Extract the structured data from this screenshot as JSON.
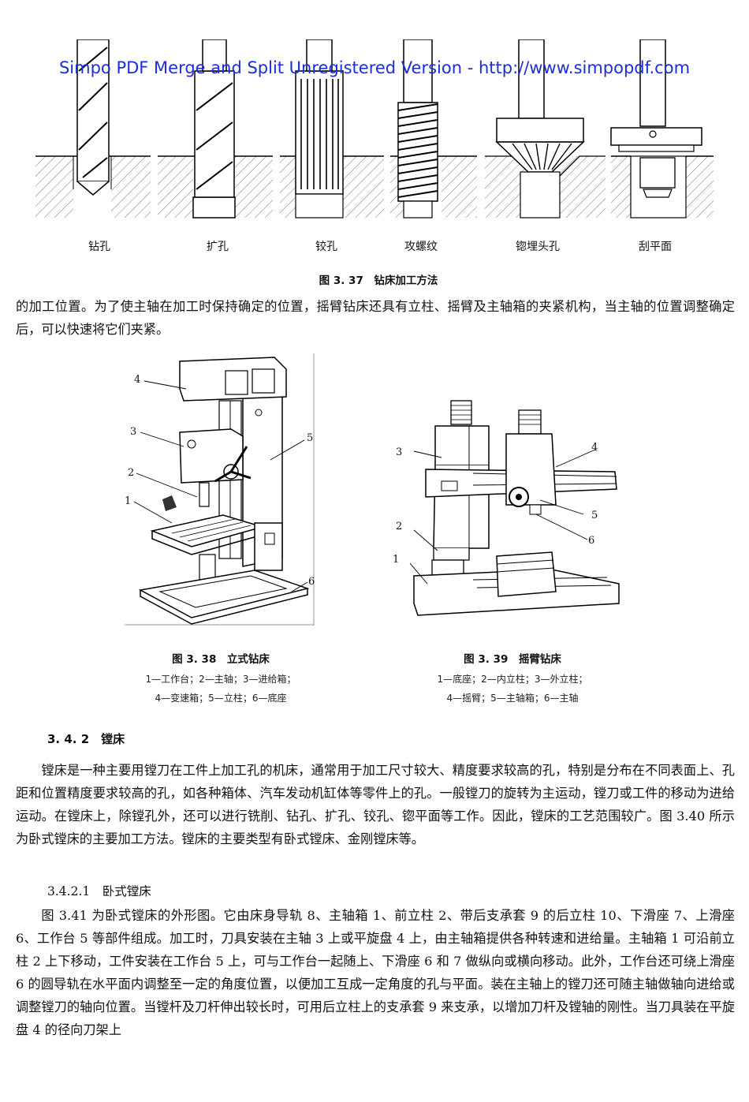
{
  "watermark": "Simpo PDF Merge and Split Unregistered Version - http://www.simpopdf.com",
  "figure_337": {
    "methods": [
      "钻孔",
      "扩孔",
      "铰孔",
      "攻螺纹",
      "锪埋头孔",
      "刮平面"
    ],
    "caption": "图 3. 37　钻床加工方法"
  },
  "paragraph_1": "的加工位置。为了使主轴在加工时保持确定的位置，摇臂钻床还具有立柱、摇臂及主轴箱的夹紧机构，当主轴的位置调整确定后，可以快速将它们夹紧。",
  "figure_338": {
    "caption": "图 3. 38　立式钻床",
    "legend_1": "1—工作台；2—主轴；3—进给箱；",
    "legend_2": "4—变速箱；5—立柱；6—底座",
    "callouts": [
      "1",
      "2",
      "3",
      "4",
      "5",
      "6"
    ]
  },
  "figure_339": {
    "caption": "图 3. 39　摇臂钻床",
    "legend_1": "1—底座；2—内立柱；3—外立柱；",
    "legend_2": "4—摇臂；5—主轴箱；6—主轴",
    "callouts": [
      "1",
      "2",
      "3",
      "4",
      "5",
      "6"
    ]
  },
  "section": {
    "number_title": "3. 4. 2　镗床",
    "paragraph": "镗床是一种主要用镗刀在工件上加工孔的机床，通常用于加工尺寸较大、精度要求较高的孔，特别是分布在不同表面上、孔距和位置精度要求较高的孔，如各种箱体、汽车发动机缸体等零件上的孔。一般镗刀的旋转为主运动，镗刀或工件的移动为进给运动。在镗床上，除镗孔外，还可以进行铣削、钻孔、扩孔、铰孔、锪平面等工作。因此，镗床的工艺范围较广。图 3.40 所示为卧式镗床的主要加工方法。镗床的主要类型有卧式镗床、金刚镗床等。",
    "subsection": "3.4.2.1　卧式镗床",
    "subsection_paragraph": "图 3.41 为卧式镗床的外形图。它由床身导轨 8、主轴箱 1、前立柱 2、带后支承套 9 的后立柱 10、下滑座 7、上滑座 6、工作台 5 等部件组成。加工时，刀具安装在主轴 3 上或平旋盘 4 上，由主轴箱提供各种转速和进给量。主轴箱 1 可沿前立柱 2 上下移动，工件安装在工作台 5 上，可与工作台一起随上、下滑座 6 和 7 做纵向或横向移动。此外，工作台还可绕上滑座 6 的圆导轨在水平面内调整至一定的角度位置，以便加工互成一定角度的孔与平面。装在主轴上的镗刀还可随主轴做轴向进给或调整镗刀的轴向位置。当镗杆及刀杆伸出较长时，可用后立柱上的支承套 9 来支承，以增加刀杆及镗轴的刚性。当刀具装在平旋盘 4 的径向刀架上"
  }
}
